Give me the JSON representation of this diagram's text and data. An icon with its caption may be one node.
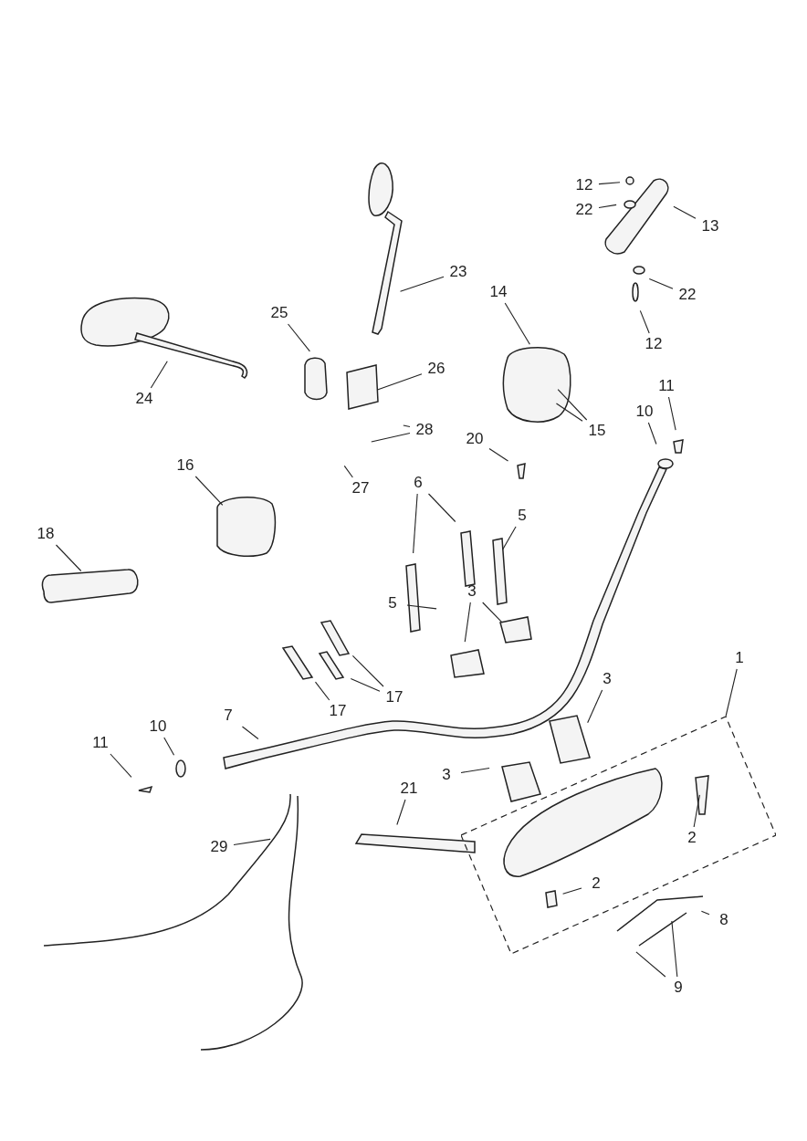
{
  "diagram": {
    "nodes": [
      {
        "text": [
          "12"
        ]
      },
      {
        "text": [
          "22"
        ]
      },
      {
        "text": [
          "13"
        ]
      },
      {
        "text": [
          "23"
        ]
      },
      {
        "text": [
          "14"
        ]
      },
      {
        "text": [
          "22"
        ]
      },
      {
        "text": [
          "25"
        ]
      },
      {
        "text": [
          "12"
        ]
      },
      {
        "text": [
          "26"
        ]
      },
      {
        "text": [
          "24"
        ]
      },
      {
        "text": [
          "11"
        ]
      },
      {
        "text": [
          "10"
        ]
      },
      {
        "text": [
          "15"
        ]
      },
      {
        "text": [
          "28"
        ]
      },
      {
        "text": [
          "20"
        ]
      },
      {
        "text": [
          "27"
        ]
      },
      {
        "text": [
          "16"
        ]
      },
      {
        "text": [
          "6"
        ]
      },
      {
        "text": [
          "5"
        ]
      },
      {
        "text": [
          "18"
        ]
      },
      {
        "text": [
          "3"
        ]
      },
      {
        "text": [
          "5"
        ]
      },
      {
        "text": [
          "17"
        ]
      },
      {
        "text": [
          "17"
        ]
      },
      {
        "text": [
          "1"
        ]
      },
      {
        "text": [
          "3"
        ]
      },
      {
        "text": [
          "7"
        ]
      },
      {
        "text": [
          "10"
        ]
      },
      {
        "text": [
          "11"
        ]
      },
      {
        "text": [
          "3"
        ]
      },
      {
        "text": [
          "21"
        ]
      },
      {
        "text": [],
        "shape": "box"
      },
      {
        "text": [
          "2"
        ],
        "in": 31
      },
      {
        "text": [
          "29"
        ]
      },
      {
        "text": [
          "2"
        ],
        "in": 31
      },
      {
        "text": [
          "8"
        ]
      },
      {
        "text": [
          "9"
        ]
      }
    ],
    "edges": [
      {
        "from": 0,
        "to": null,
        "arrow": "none"
      },
      {
        "from": 1,
        "to": null,
        "arrow": "none"
      },
      {
        "from": 2,
        "to": null,
        "arrow": "none"
      },
      {
        "from": 3,
        "to": null,
        "arrow": "none"
      },
      {
        "from": 4,
        "to": null,
        "arrow": "none"
      },
      {
        "from": 5,
        "to": null,
        "arrow": "none"
      },
      {
        "from": 6,
        "to": null,
        "arrow": "none"
      },
      {
        "from": 7,
        "to": null,
        "arrow": "none"
      },
      {
        "from": 8,
        "to": null,
        "arrow": "none"
      },
      {
        "from": 9,
        "to": null,
        "arrow": "none"
      },
      {
        "from": 10,
        "to": null,
        "arrow": "none"
      },
      {
        "from": 11,
        "to": null,
        "arrow": "none"
      },
      {
        "from": 12,
        "to": null,
        "arrow": "none"
      },
      {
        "from": 12,
        "to": null,
        "arrow": "none"
      },
      {
        "from": 13,
        "to": null,
        "arrow": "none"
      },
      {
        "from": 13,
        "to": null,
        "arrow": "none"
      },
      {
        "from": 14,
        "to": null,
        "arrow": "none"
      },
      {
        "from": 15,
        "to": null,
        "arrow": "none"
      },
      {
        "from": 16,
        "to": null,
        "arrow": "none"
      },
      {
        "from": 17,
        "to": null,
        "arrow": "none"
      },
      {
        "from": 17,
        "to": null,
        "arrow": "none"
      },
      {
        "from": 18,
        "to": null,
        "arrow": "none"
      },
      {
        "from": 19,
        "to": null,
        "arrow": "none"
      },
      {
        "from": 20,
        "to": null,
        "arrow": "none"
      },
      {
        "from": 20,
        "to": null,
        "arrow": "none"
      },
      {
        "from": 21,
        "to": null,
        "arrow": "none"
      },
      {
        "from": 22,
        "to": null,
        "arrow": "none"
      },
      {
        "from": 22,
        "to": null,
        "arrow": "none"
      },
      {
        "from": 23,
        "to": null,
        "arrow": "none"
      },
      {
        "from": 24,
        "to": 31,
        "arrow": "none"
      },
      {
        "from": 25,
        "to": null,
        "arrow": "none"
      },
      {
        "from": 26,
        "to": null,
        "arrow": "none"
      },
      {
        "from": 27,
        "to": null,
        "arrow": "none"
      },
      {
        "from": 28,
        "to": null,
        "arrow": "none"
      },
      {
        "from": 29,
        "to": null,
        "arrow": "none"
      },
      {
        "from": 30,
        "to": null,
        "arrow": "none"
      },
      {
        "from": 32,
        "to": null,
        "arrow": "none"
      },
      {
        "from": 33,
        "to": null,
        "arrow": "none"
      },
      {
        "from": 34,
        "to": null,
        "arrow": "none"
      },
      {
        "from": 35,
        "to": null,
        "arrow": "none"
      },
      {
        "from": 36,
        "to": null,
        "arrow": "none"
      },
      {
        "from": 36,
        "to": null,
        "arrow": "none"
      }
    ]
  }
}
